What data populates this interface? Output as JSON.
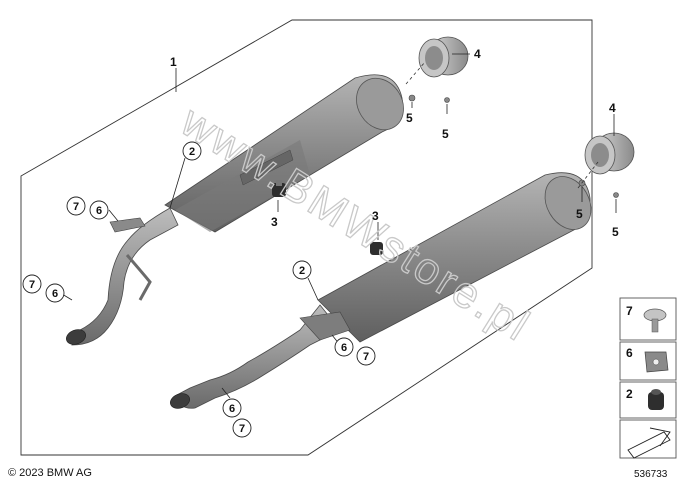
{
  "watermark": "www.BMWstore.pl",
  "copyright": "© 2023 BMW AG",
  "doc_number": "536733",
  "callouts": {
    "c1": "1",
    "c2a": "2",
    "c2b": "2",
    "c3a": "3",
    "c3b": "3",
    "c4a": "4",
    "c4b": "4",
    "c5a": "5",
    "c5b": "5",
    "c5c": "5",
    "c5d": "5",
    "c6a": "6",
    "c6b": "6",
    "c6c": "6",
    "c6d": "6",
    "c7a": "7",
    "c7b": "7",
    "c7c": "7",
    "c7d": "7"
  },
  "legend": {
    "item7": "7",
    "item6": "6",
    "item2": "2"
  }
}
